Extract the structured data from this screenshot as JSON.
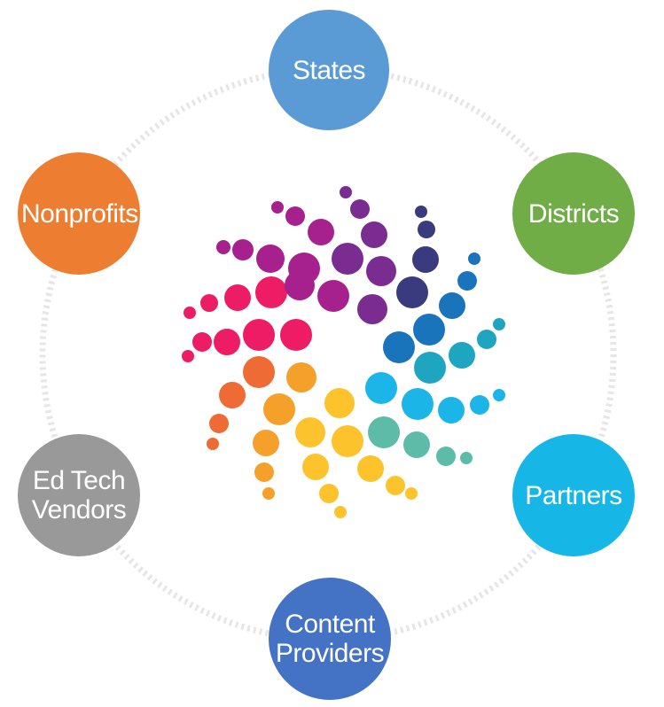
{
  "diagram": {
    "nodes": [
      {
        "id": "states",
        "lines": [
          "States"
        ],
        "color": "#5b9bd5"
      },
      {
        "id": "districts",
        "lines": [
          "Districts"
        ],
        "color": "#70ad47"
      },
      {
        "id": "partners",
        "lines": [
          "Partners"
        ],
        "color": "#16b7e6"
      },
      {
        "id": "content",
        "lines": [
          "Content",
          "Providers"
        ],
        "color": "#4472c4"
      },
      {
        "id": "edtech",
        "lines": [
          "Ed Tech",
          "Vendors"
        ],
        "color": "#999999"
      },
      {
        "id": "nonprofits",
        "lines": [
          "Nonprofits"
        ],
        "color": "#ed7d31"
      }
    ],
    "ring_color": "#e6e6e6",
    "center_graphic": "dot-burst-logo",
    "burst_palette": [
      "#ee1c64",
      "#a7218e",
      "#7a2c90",
      "#3a3a7e",
      "#1a74bb",
      "#1ea6c0",
      "#1cb5e8",
      "#5dbca8",
      "#fdc32c",
      "#f5a02a",
      "#ee6b35"
    ]
  }
}
